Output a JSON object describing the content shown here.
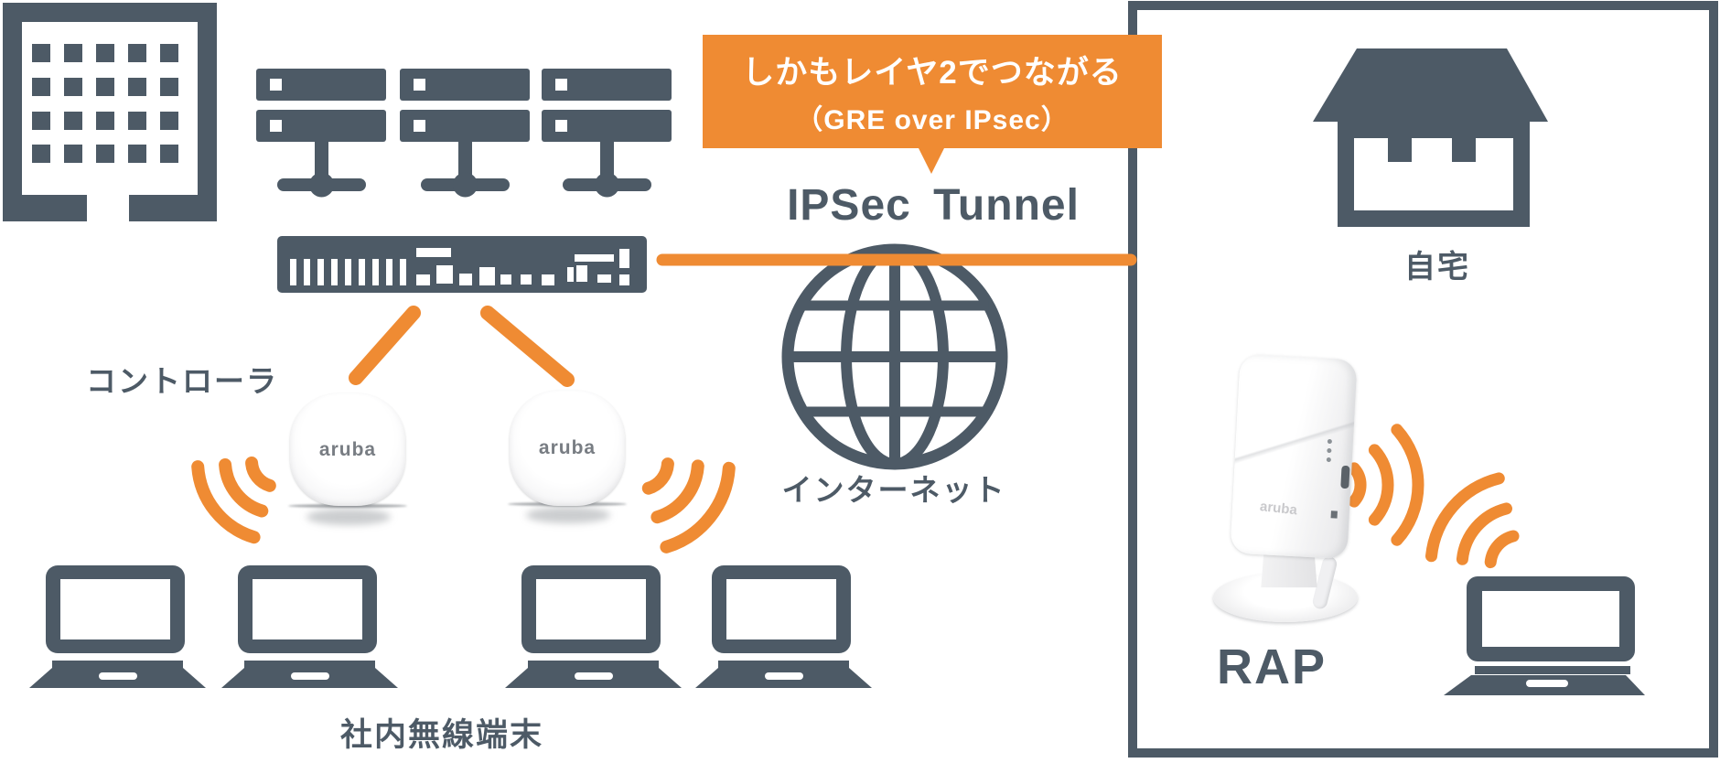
{
  "palette": {
    "slate": "#4D5A66",
    "orange": "#EF8B33",
    "white": "#FFFFFF",
    "ap_logo_gray": "#787d83"
  },
  "office": {
    "controller_label": "コントローラ",
    "clients_label": "社内無線端末",
    "ap_brand": "aruba"
  },
  "wan": {
    "callout_line1": "しかもレイヤ2でつながる",
    "callout_line2": "（GRE over IPsec）",
    "tunnel_label": "IPSec Tunnel",
    "internet_label": "インターネット"
  },
  "home": {
    "home_label": "自宅",
    "rap_label": "RAP",
    "rap_brand": "aruba"
  },
  "icons": {
    "building": "office-building-icon",
    "server": "server-icon",
    "switch": "controller-switch-icon",
    "access_point": "access-point-icon",
    "wifi": "wifi-signal-icon",
    "laptop": "laptop-icon",
    "globe": "internet-globe-icon",
    "house": "house-icon",
    "rap_device": "rap-device-icon",
    "tunnel_line": "ipsec-tunnel-line",
    "callout_pointer": "callout-pointer-icon"
  }
}
